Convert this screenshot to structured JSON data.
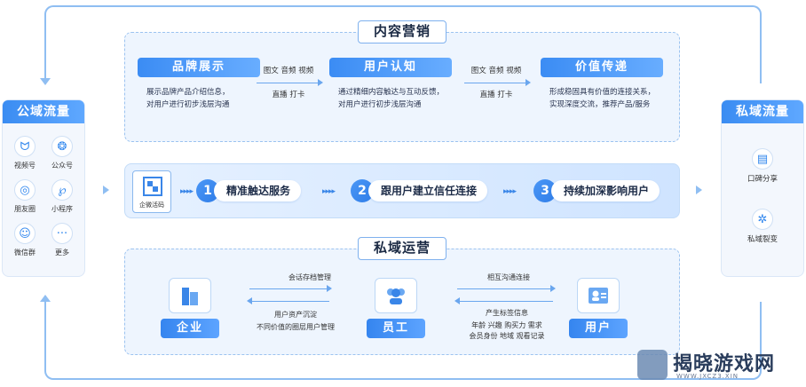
{
  "public": {
    "title": "公域流量",
    "channels": [
      {
        "label": "视频号",
        "icon": "video-account-icon",
        "glyph": "ᗢ"
      },
      {
        "label": "公众号",
        "icon": "official-account-icon",
        "glyph": "❂"
      },
      {
        "label": "朋友圈",
        "icon": "moments-icon",
        "glyph": "◎"
      },
      {
        "label": "小程序",
        "icon": "mini-program-icon",
        "glyph": "℘"
      },
      {
        "label": "微信群",
        "icon": "wechat-group-icon",
        "glyph": "☺"
      },
      {
        "label": "更多",
        "icon": "more-icon",
        "glyph": "···"
      }
    ]
  },
  "private": {
    "title": "私域流量",
    "channels": [
      {
        "label": "口碑分享",
        "icon": "share-icon",
        "glyph": "▤"
      },
      {
        "label": "私域裂变",
        "icon": "fission-icon",
        "glyph": "✲"
      }
    ]
  },
  "content": {
    "title": "内容营销",
    "cards": [
      {
        "head": "品牌展示",
        "text1": "展示品牌产品介绍信息，",
        "text2": "对用户进行初步浅层沟通"
      },
      {
        "head": "用户认知",
        "text1": "通过精细内容触达与互动反馈，",
        "text2": "对用户进行初步浅层沟通"
      },
      {
        "head": "价值传递",
        "text1": "形成稳固具有价值的连接关系，",
        "text2": "实现深度交流，推荐产品/服务"
      }
    ],
    "media": {
      "top": "图文  音频  视频",
      "bottom": "直播    打卡"
    }
  },
  "band": {
    "qr_label": "企微活码",
    "steps": [
      {
        "num": "1",
        "label": "精准触达服务"
      },
      {
        "num": "2",
        "label": "跟用户建立信任连接"
      },
      {
        "num": "3",
        "label": "持续加深影响用户"
      }
    ],
    "dots": "▸▸▸▸"
  },
  "ops": {
    "title": "私域运营",
    "entities": {
      "enterprise": "企业",
      "employee": "员工",
      "user": "用户"
    },
    "rel_left": {
      "top": "会话存档管理",
      "bottom1": "用户资产沉淀",
      "bottom2": "不同价值的圈层用户管理"
    },
    "rel_right": {
      "top": "相互沟通连接",
      "bottom1": "产生标签信息",
      "bottom2": "年龄    兴趣    购买力    需求",
      "bottom3": "会员身份    地域    观看记录"
    }
  },
  "watermark": {
    "text": "揭晓游戏网",
    "sub": "WWW.JXCZ3.XIN"
  },
  "colors": {
    "primary": "#3a8cf2",
    "line": "#8fbef2",
    "panel": "#eef5fe"
  }
}
